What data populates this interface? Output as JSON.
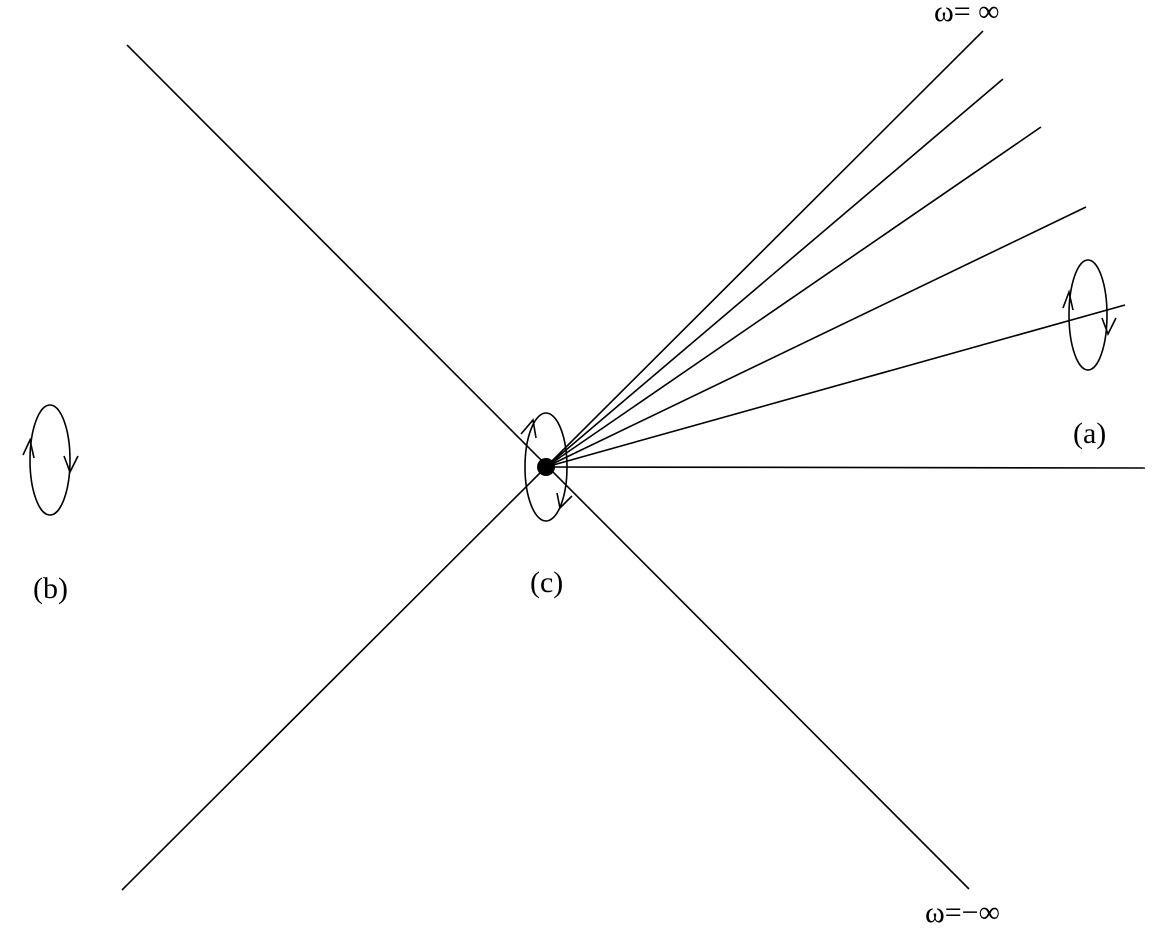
{
  "labels": {
    "omega_plus": "ω= ∞",
    "omega_minus": "ω=−∞",
    "a": "(a)",
    "b": "(b)",
    "c": "(c)"
  },
  "colors": {
    "stroke": "#000000",
    "background": "#ffffff"
  }
}
